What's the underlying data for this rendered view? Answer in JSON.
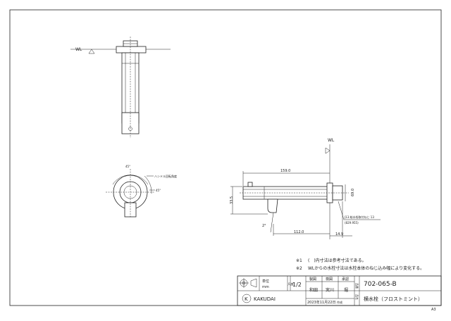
{
  "drawing": {
    "wl_label_top": "WL",
    "wl_label_side": "WL",
    "dims": {
      "d159": "159.0",
      "d33": "33.5",
      "d69": "69.0",
      "d112": "112.0",
      "d14": "14.9",
      "d2deg": "2°",
      "thread": "J13 給水栓取付ねじ 13",
      "thread_range": "(829.955)",
      "front_a": "ハンドル回転角度",
      "front_b": "45°",
      "front_c": "45°"
    }
  },
  "notes": {
    "note1_mark": "※1",
    "note1_text": "(　)内寸法は参考寸法である。",
    "note2_mark": "※2",
    "note2_text": "WLからの水栓寸法は水栓本体のねじ込み幅により変化する。"
  },
  "title_block": {
    "unit_label": "単位",
    "unit_value": "mm",
    "scale_label": "尺度",
    "scale_value": "1/2",
    "drafter_head": "製図",
    "checker_head": "検図",
    "approver_head": "承認",
    "drafter": "和田",
    "checker": "実川",
    "approver": "堀",
    "date": "2023年11月22日",
    "date_suffix": "作成",
    "part_number_label": "品番",
    "part_number": "702-065-B",
    "part_name_label": "品名",
    "part_name": "横水栓（フロストミント）",
    "logo_text": "KAKUDAI"
  },
  "sheet": {
    "size": "A3"
  }
}
